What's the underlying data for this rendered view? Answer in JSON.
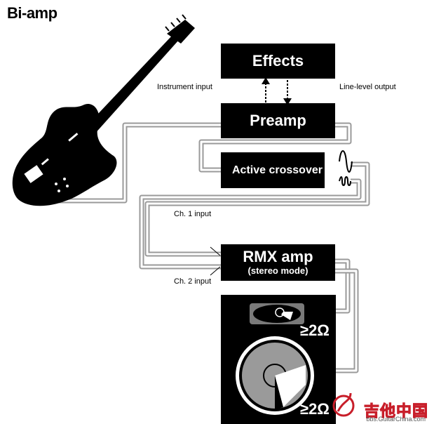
{
  "title": "Bi-amp",
  "boxes": {
    "effects": "Effects",
    "preamp": "Preamp",
    "crossover": "Active crossover",
    "rmx_line1": "RMX amp",
    "rmx_line2": "(stereo mode)"
  },
  "labels": {
    "instrument_input": "Instrument input",
    "line_level_output": "Line-level output",
    "ch1_input": "Ch. 1 input",
    "ch2_input": "Ch. 2 input"
  },
  "cabinet": {
    "ohm_top": "≥2Ω",
    "ohm_bottom": "≥2Ω"
  },
  "watermark": {
    "brand": "吉他中国",
    "url": "bbs.GuitarChina.com"
  },
  "colors": {
    "box": "#000000",
    "cable": "#b8b8b8",
    "watermark": "#c81e2a"
  }
}
